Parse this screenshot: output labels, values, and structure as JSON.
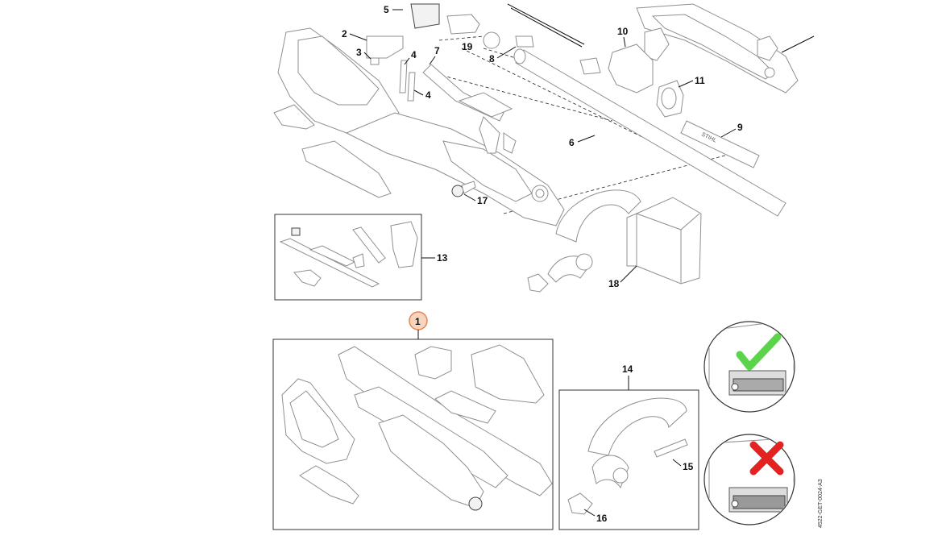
{
  "figure": {
    "doc_code": "4522-GET-0024-A3",
    "callouts": {
      "c1": "1",
      "c2": "2",
      "c3": "3",
      "c4a": "4",
      "c4b": "4",
      "c5": "5",
      "c6": "6",
      "c7": "7",
      "c8": "8",
      "c9": "9",
      "c10": "10",
      "c11": "11",
      "c13": "13",
      "c14": "14",
      "c15": "15",
      "c16": "16",
      "c17": "17",
      "c18": "18",
      "c19": "19"
    },
    "check_ok": {
      "label": "correct",
      "color": "#5bd34a"
    },
    "check_bad": {
      "label": "incorrect",
      "color": "#e32222"
    },
    "highlight_color": "#f0a070"
  }
}
